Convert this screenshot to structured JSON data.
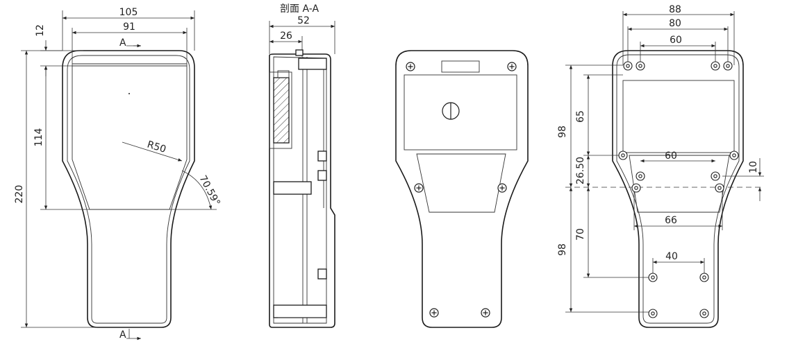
{
  "colors": {
    "line": "#1a1a1a",
    "background": "#ffffff"
  },
  "front_view": {
    "dims": {
      "overall_width": "105",
      "window_width": "91",
      "top_offset": "12",
      "window_height": "114",
      "overall_height": "220",
      "radius": "R50",
      "angle": "70.59°"
    },
    "section_mark_top": "A",
    "section_mark_bottom": "A"
  },
  "section_view": {
    "title": "剖面 A-A",
    "dims": {
      "total_depth": "52",
      "front_depth": "26"
    }
  },
  "right_view": {
    "dims": {
      "w88": "88",
      "w80": "80",
      "w60_top": "60",
      "h65": "65",
      "h98_upper": "98",
      "w60_mid": "60",
      "h26_50": "26.50",
      "h10": "10",
      "w66": "66",
      "h70": "70",
      "h98_lower": "98",
      "w40": "40"
    }
  }
}
